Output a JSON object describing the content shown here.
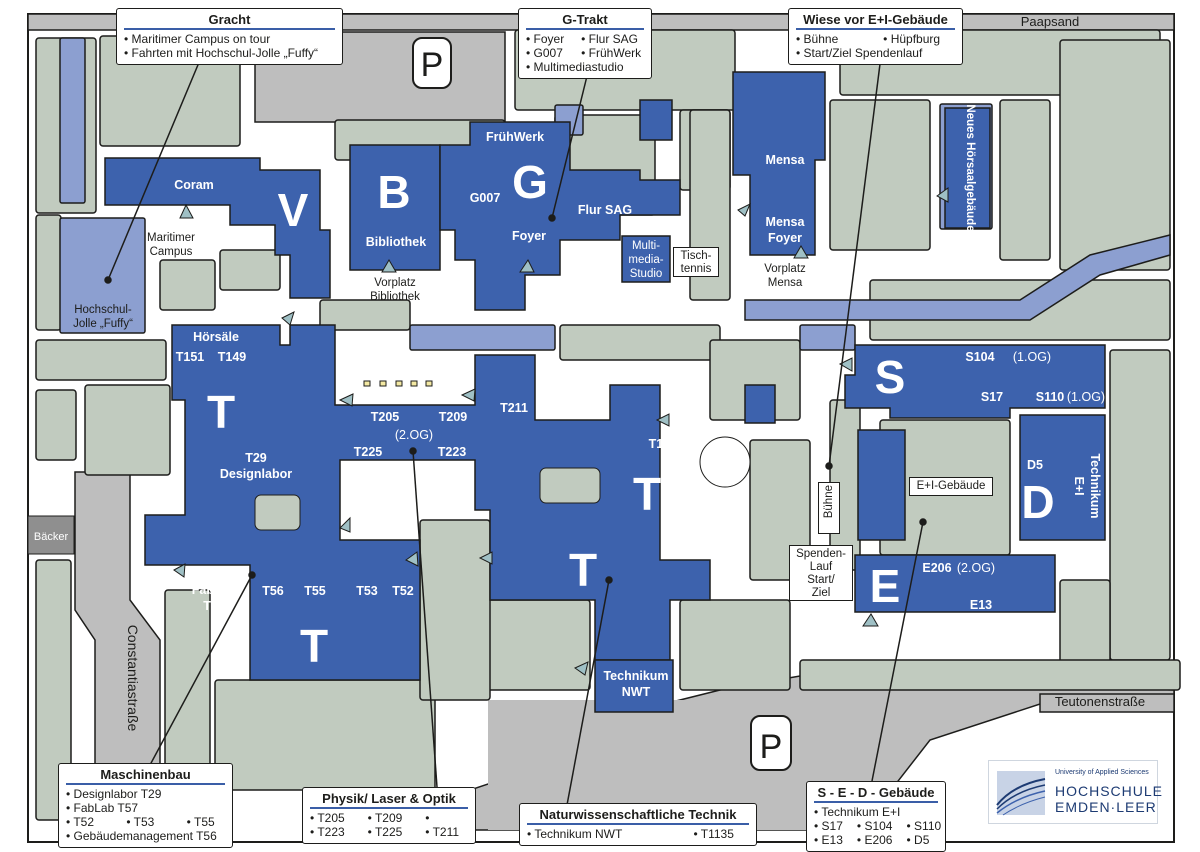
{
  "colors": {
    "building": "#3d62ad",
    "building_light": "#8c9fd0",
    "green": "#c1cbbf",
    "road": "#bebebe",
    "water": "#8c9fd0",
    "outline": "#1d1d1b",
    "background": "#ffffff",
    "accent_line": "#3a5ea7"
  },
  "streets": {
    "paapsand": "Paapsand",
    "teutonen": "Teutonenstraße",
    "constantia": "Constantiastraße"
  },
  "parking": {
    "north": "P",
    "south": "P"
  },
  "buildings": {
    "v": "V",
    "b": "B",
    "g": "G",
    "s": "S",
    "d": "D",
    "e": "E",
    "t1": "T",
    "t2": "T",
    "t3": "T",
    "t4": "T"
  },
  "labels": {
    "fruehwerk": "FrühWerk",
    "coram": "Coram",
    "g007": "G007",
    "flur_sag": "Flur SAG",
    "foyer": "Foyer",
    "bibliothek": "Bibliothek",
    "mensa": "Mensa",
    "mensa_foyer_1": "Mensa",
    "mensa_foyer_2": "Foyer",
    "neues_hoersaal": "Neues Hörsaalgebäude",
    "hoersaele": "Hörsäle",
    "t151": "T151",
    "t149": "T149",
    "t205": "T205",
    "t209": "T209",
    "og2": "(2.OG)",
    "t225": "T225",
    "t223": "T223",
    "t211": "T211",
    "t1135": "T1135",
    "t29": "T29",
    "designlabor": "Designlabor",
    "fablab": "FabLab",
    "t57": "T57",
    "t56": "T56",
    "t55": "T55",
    "t53": "T53",
    "t52": "T52",
    "technikum_nwt_1": "Technikum",
    "technikum_nwt_2": "NWT",
    "s104": "S104",
    "s104_og": "(1.OG)",
    "s17": "S17",
    "s110": "S110",
    "s110_og": "(1.OG)",
    "d5": "D5",
    "technikum_ei_1": "Technikum",
    "technikum_ei_2": "E+I",
    "e206": "E206",
    "e206_og": "(2.OG)",
    "e13": "E13",
    "maritimer_1": "Maritimer",
    "maritimer_2": "Campus",
    "hochschul_1": "Hochschul-",
    "hochschul_2": "Jolle „Fuffy“",
    "vorplatz_bib_1": "Vorplatz",
    "vorplatz_bib_2": "Bibliothek",
    "vorplatz_mensa_1": "Vorplatz",
    "vorplatz_mensa_2": "Mensa",
    "multimedia_1": "Multi-",
    "multimedia_2": "media-",
    "multimedia_3": "Studio",
    "baecker": "Bäcker"
  },
  "boxes": {
    "tischtennis_1": "Tisch-",
    "tischtennis_2": "tennis",
    "buehne": "Bühne",
    "ei_gebaeude": "E+I-Gebäude",
    "spenden_1": "Spenden-",
    "spenden_2": "Lauf",
    "spenden_3": "Start/",
    "spenden_4": "Ziel"
  },
  "callouts": {
    "gracht": {
      "title": "Gracht",
      "items": [
        "Maritimer Campus on tour",
        "Fahrten mit Hochschul-Jolle „Fuffy“"
      ]
    },
    "gtrakt": {
      "title": "G-Trakt",
      "items": [
        "Foyer",
        "Flur SAG",
        "G007",
        "FrühWerk",
        "Multimediastudio"
      ]
    },
    "wiese": {
      "title": "Wiese vor E+I-Gebäude",
      "items": [
        "Bühne",
        "Hüpfburg",
        "Start/Ziel Spendenlauf"
      ]
    },
    "maschinenbau": {
      "title": "Maschinenbau",
      "items": [
        "Designlabor T29",
        "FabLab T57",
        "T52",
        "T53",
        "T55",
        "Gebäudemanagement T56"
      ]
    },
    "physik": {
      "title": "Physik/ Laser & Optik",
      "items": [
        "T205",
        "T209",
        "T223",
        "T225",
        "T211"
      ]
    },
    "nwt": {
      "title": "Naturwissenschaftliche Technik",
      "items": [
        "Technikum NWT",
        "T1135"
      ]
    },
    "sed": {
      "title": "S - E - D - Gebäude",
      "items": [
        "Technikum E+I",
        "S17",
        "S104",
        "S110",
        "E13",
        "E206",
        "D5"
      ]
    }
  },
  "logo": {
    "tagline": "University of Applied Sciences",
    "name_1": "HOCHSCHULE",
    "name_2": "EMDEN·LEER"
  }
}
